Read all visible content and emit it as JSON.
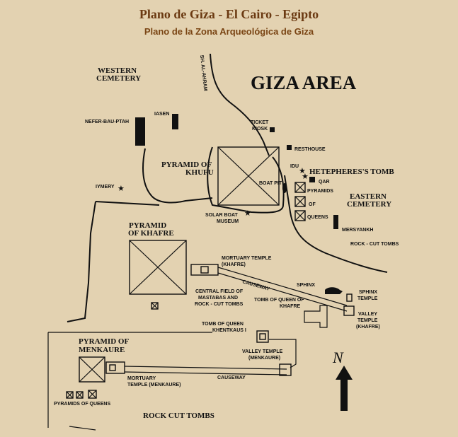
{
  "header": {
    "title": "Plano de Giza - El Cairo - Egipto",
    "subtitle": "Plano de la Zona Arqueológica de Giza"
  },
  "map": {
    "area_title": "GIZA AREA",
    "road": "SH. AL-AHRAM",
    "western_cemetery": [
      "WESTERN",
      "CEMETERY"
    ],
    "eastern_cemetery": [
      "EASTERN",
      "CEMETERY"
    ],
    "khufu": [
      "PYRAMID OF",
      "KHUFU"
    ],
    "khafre": [
      "PYRAMID",
      "OF KHAFRE"
    ],
    "menkaure": [
      "PYRAMID OF",
      "MENKAURE"
    ],
    "hetepheres": "HETEPHERES'S TOMB",
    "rock_cut_tombs": "ROCK CUT TOMBS",
    "labels": {
      "nefer": "NEFER-BAU-PTAH",
      "iasen": "IASEN",
      "ticket": [
        "TICKET",
        "KIOSK"
      ],
      "resthouse": "RESTHOUSE",
      "idu": "IDU",
      "qar": "QAR",
      "pyramids": "PYRAMIDS",
      "of": "OF",
      "queens": "QUEENS",
      "boat_pit": "BOAT PIT",
      "imery": "IYMERY",
      "solar": [
        "SOLAR BOAT",
        "MUSEUM"
      ],
      "mersyankh": "MERSYANKH",
      "rock_small": "ROCK - CUT TOMBS",
      "mortuary_khafre": [
        "MORTUARY TEMPLE",
        "(KHAFRE)"
      ],
      "sphinx": "SPHINX",
      "sphinx_temple": [
        "SPHINX",
        "TEMPLE"
      ],
      "causeway1": "CAUSEWAY",
      "central": [
        "CENTRAL FIELD OF",
        "MASTABAS AND",
        "ROCK - CUT TOMBS"
      ],
      "queen_khafre": [
        "TOMB OF QUEEN OF",
        "KHAFRE"
      ],
      "valley_khafre": [
        "VALLEY",
        "TEMPLE",
        "(KHAFRE)"
      ],
      "khentkaus": [
        "TOMB OF QUEEN",
        "KHENTKAUS I"
      ],
      "valley_menkaure": [
        "VALLEY TEMPLE",
        "(MENKAURE)"
      ],
      "causeway2": "CAUSEWAY",
      "mortuary_menkaure": [
        "MORTUARY",
        "TEMPLE (MENKAURE)"
      ],
      "pyr_queens": "PYRAMIDS OF QUEENS"
    },
    "north": "N"
  },
  "colors": {
    "background": "#e3d2b1",
    "title": "#6b3a12",
    "ink": "#111111"
  }
}
